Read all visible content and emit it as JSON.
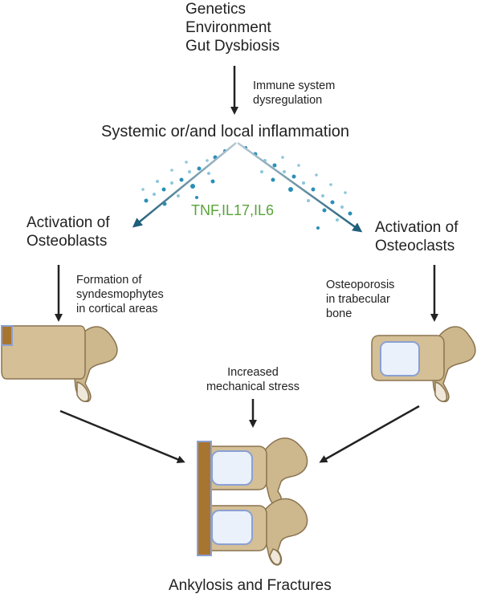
{
  "factors": [
    "Genetics",
    "Environment",
    "Gut Dysbiosis"
  ],
  "immune_label": [
    "Immune system",
    "dysregulation"
  ],
  "inflammation": "Systemic or/and local inflammation",
  "cytokines": "TNF,IL17,IL6",
  "osteoblasts": [
    "Activation of",
    "Osteoblasts"
  ],
  "osteoclasts": [
    "Activation of",
    "Osteoclasts"
  ],
  "syndesmophytes": [
    "Formation of",
    "syndesmophytes",
    "in cortical areas"
  ],
  "osteoporosis": [
    "Osteoporosis",
    "in trabecular",
    "bone"
  ],
  "stress": [
    "Increased",
    "mechanical stress"
  ],
  "outcome": "Ankylosis and Fractures",
  "colors": {
    "bone": "#d4bf96",
    "bone_edge": "#8a7450",
    "syndesmophyte": "#a87530",
    "marrow_fill": "#eaf1fb",
    "marrow_edge": "#8aa0d4",
    "cytokine_text": "#5aa33a",
    "arrow_teal": "#1f5f7a",
    "arrow_dark": "#222222"
  }
}
